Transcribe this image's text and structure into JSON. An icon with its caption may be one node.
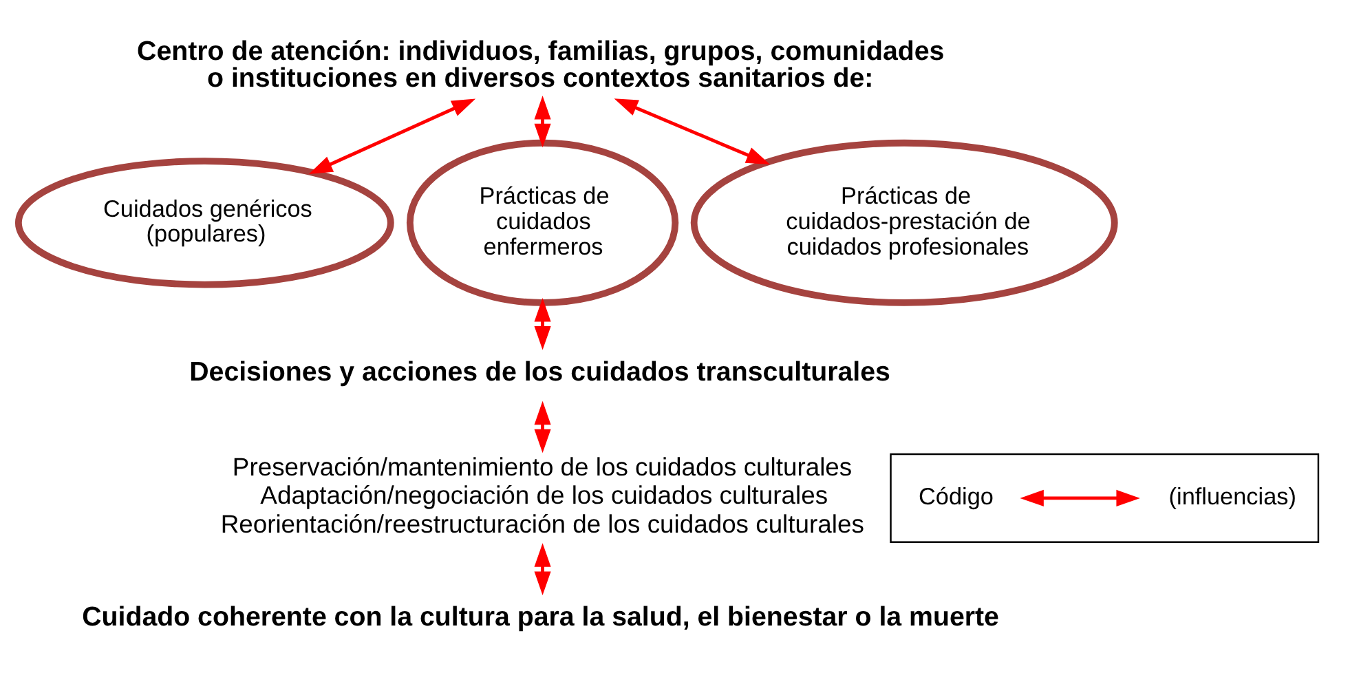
{
  "diagram": {
    "nodes": [
      {
        "text": [
          "Centro de atención: individuos, familias, grupos, comunidades o instituciones en diversos contextos sanitarios de:"
        ]
      },
      {
        "text": [
          "Cuidados genéricos (populares)"
        ]
      },
      {
        "text": [
          "Prácticas de cuidados enfermeros"
        ]
      },
      {
        "text": [
          "Prácticas de cuidados-prestación de cuidados profesionales"
        ]
      },
      {
        "text": [
          "Decisiones y acciones de los cuidados transculturales"
        ]
      },
      {
        "text": [
          "Preservación/mantenimiento de los cuidados culturales",
          "Adaptación/negociación de los cuidados culturales",
          "Reorientación/reestructuración de los cuidados culturales"
        ]
      },
      {
        "text": [
          "Cuidado coherente con la cultura para la salud, el bienestar o la muerte"
        ]
      },
      {
        "text": [],
        "shape": "box"
      }
    ],
    "edges": [
      {
        "from": 1,
        "to": 0,
        "arrow": "both"
      },
      {
        "from": 2,
        "to": 0,
        "arrow": "both"
      },
      {
        "from": 3,
        "to": 0,
        "arrow": "both"
      },
      {
        "from": 2,
        "to": 4,
        "arrow": "both"
      },
      {
        "from": 4,
        "to": 5,
        "arrow": "both"
      },
      {
        "from": 5,
        "to": 6,
        "arrow": "both"
      }
    ],
    "labels": [
      "Código"
    ],
    "legend": [
      {
        "text": "(influencias)"
      }
    ]
  }
}
